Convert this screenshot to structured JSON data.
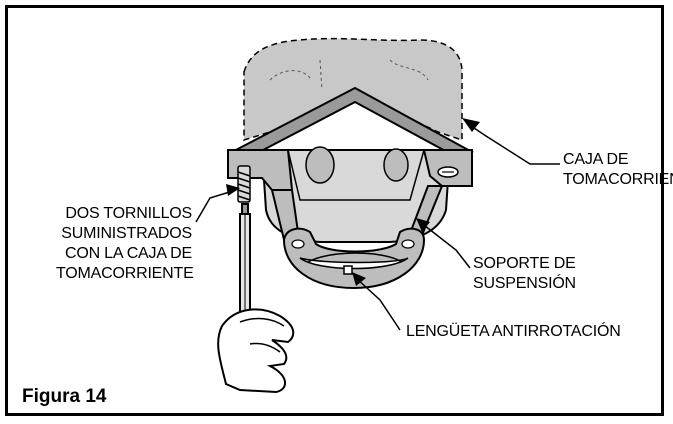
{
  "figure": {
    "title": "Figura 14"
  },
  "callouts": {
    "outlet_box": {
      "line1": "CAJA DE",
      "line2": "TOMACORRIENTE"
    },
    "screws": {
      "line1": "DOS TORNILLOS",
      "line2": "SUMINISTRADOS",
      "line3": "CON LA CAJA DE",
      "line4": "TOMACORRIENTE"
    },
    "bracket": {
      "line1": "SOPORTE DE",
      "line2": "SUSPENSIÓN"
    },
    "tab": {
      "line1": "LENGÜETA ANTIRROTACIÓN"
    }
  },
  "colors": {
    "stroke": "#000000",
    "ceiling_fill": "#c8c8c8",
    "box_fill": "#d9d9d9",
    "bracket_fill": "#bdbdbd"
  }
}
